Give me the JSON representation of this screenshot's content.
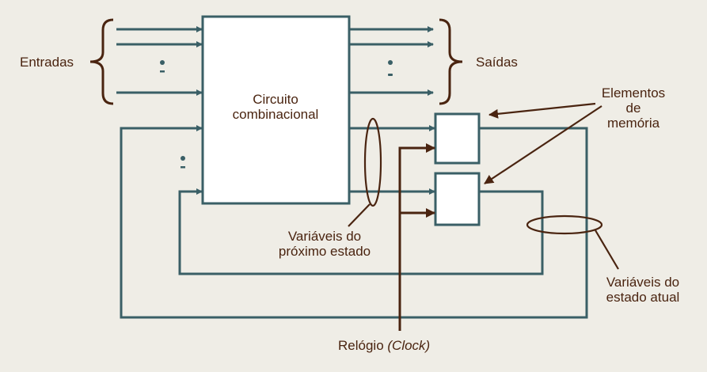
{
  "labels": {
    "inputs": "Entradas",
    "outputs": "Saídas",
    "circuit_line1": "Circuito",
    "circuit_line2": "combinacional",
    "memory_line1": "Elementos",
    "memory_line2": "de",
    "memory_line3": "memória",
    "next_state_line1": "Variáveis do",
    "next_state_line2": "próximo estado",
    "current_state_line1": "Variáveis do",
    "current_state_line2": "estado atual",
    "clock": "Relógio",
    "clock_en": "(Clock)"
  },
  "colors": {
    "background": "#efede6",
    "signal": "#3a5f66",
    "annotation": "#4a2410",
    "block": "#ffffff"
  }
}
